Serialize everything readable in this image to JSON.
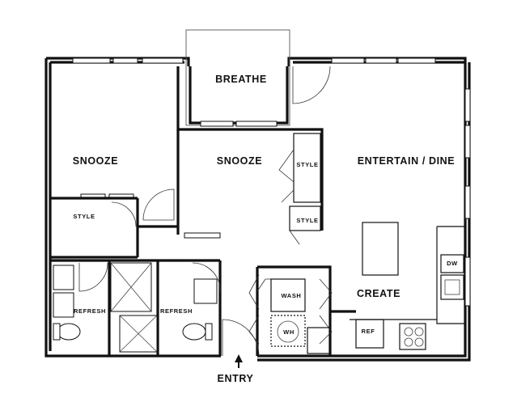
{
  "rooms": {
    "breathe": "BREATHE",
    "snooze_left": "SNOOZE",
    "snooze_center": "SNOOZE",
    "entertain_dine": "ENTERTAIN / DINE",
    "create": "CREATE",
    "style_left": "STYLE",
    "style_center_top": "STYLE",
    "style_center_bottom": "STYLE",
    "refresh_left": "REFRESH",
    "refresh_right": "REFRESH"
  },
  "appliances": {
    "wash": "WASH",
    "water_heater": "WH",
    "refrigerator": "REF",
    "dishwasher": "DW"
  },
  "entry": {
    "label": "ENTRY",
    "arrow_icon": "arrow-up-icon"
  },
  "colors": {
    "wall": "#111111",
    "background": "#ffffff"
  }
}
